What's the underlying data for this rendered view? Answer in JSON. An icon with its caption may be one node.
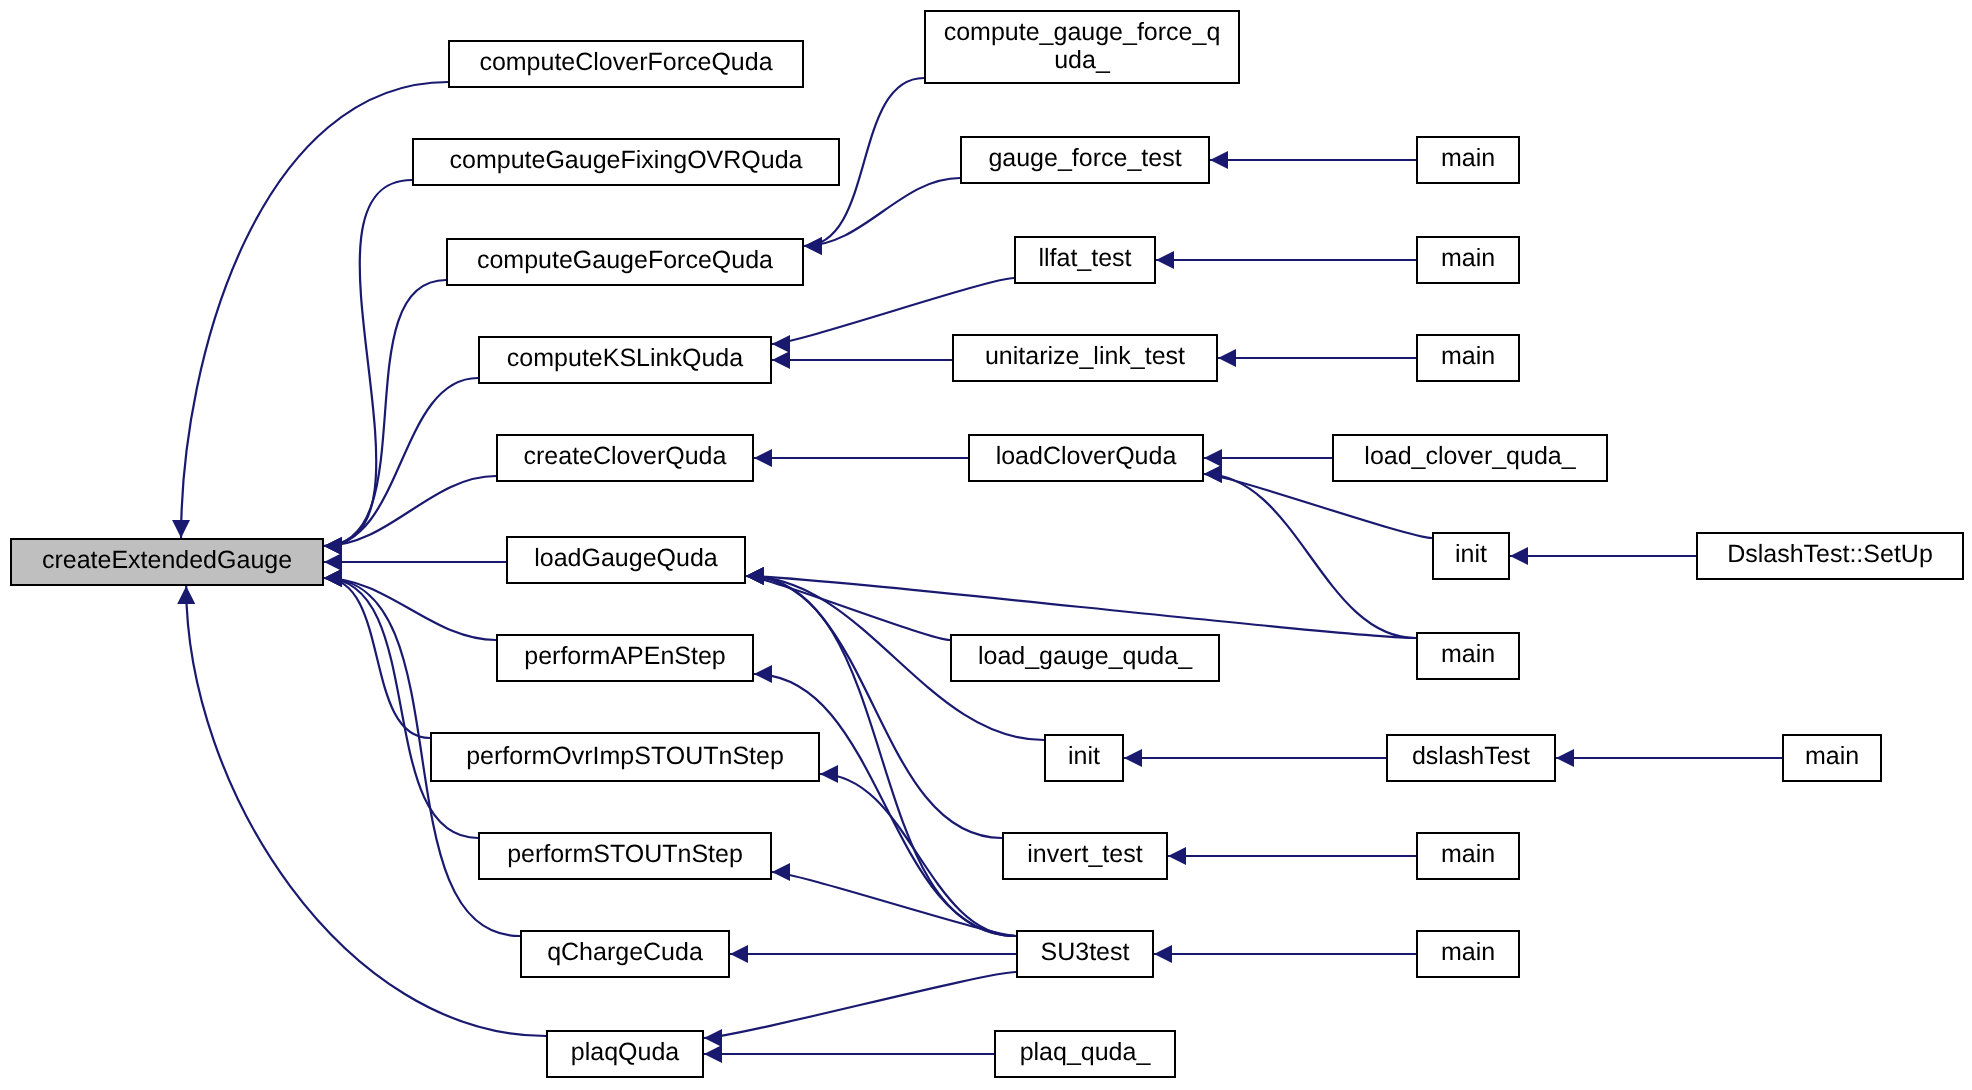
{
  "diagram": {
    "nodes": [
      {
        "text": [
          "createExtendedGauge"
        ]
      },
      {
        "text": [
          "computeCloverForceQuda"
        ]
      },
      {
        "text": [
          "computeGaugeFixingOVRQuda"
        ]
      },
      {
        "text": [
          "computeGaugeForceQuda"
        ]
      },
      {
        "text": [
          "computeKSLinkQuda"
        ]
      },
      {
        "text": [
          "createCloverQuda"
        ]
      },
      {
        "text": [
          "loadGaugeQuda"
        ]
      },
      {
        "text": [
          "performAPEnStep"
        ]
      },
      {
        "text": [
          "performOvrImpSTOUTnStep"
        ]
      },
      {
        "text": [
          "performSTOUTnStep"
        ]
      },
      {
        "text": [
          "qChargeCuda"
        ]
      },
      {
        "text": [
          "plaqQuda"
        ]
      },
      {
        "text": [
          "compute_gauge_force_quda_"
        ]
      },
      {
        "text": [
          "gauge_force_test"
        ]
      },
      {
        "text": [
          "llfat_test"
        ]
      },
      {
        "text": [
          "unitarize_link_test"
        ]
      },
      {
        "text": [
          "loadCloverQuda"
        ]
      },
      {
        "text": [
          "load_gauge_quda_"
        ]
      },
      {
        "text": [
          "init"
        ]
      },
      {
        "text": [
          "invert_test"
        ]
      },
      {
        "text": [
          "SU3test"
        ]
      },
      {
        "text": [
          "plaq_quda_"
        ]
      },
      {
        "text": [
          "main"
        ]
      },
      {
        "text": [
          "main"
        ]
      },
      {
        "text": [
          "main"
        ]
      },
      {
        "text": [
          "load_clover_quda_"
        ]
      },
      {
        "text": [
          "init"
        ]
      },
      {
        "text": [
          "main"
        ]
      },
      {
        "text": [
          "dslashTest"
        ]
      },
      {
        "text": [
          "main"
        ]
      },
      {
        "text": [
          "main"
        ]
      },
      {
        "text": [
          "DslashTest::SetUp"
        ]
      },
      {
        "text": [
          "main"
        ]
      }
    ],
    "edges": [
      {
        "from": 1,
        "to": 0,
        "arrow": "to"
      },
      {
        "from": 2,
        "to": 0,
        "arrow": "to"
      },
      {
        "from": 3,
        "to": 0,
        "arrow": "to"
      },
      {
        "from": 4,
        "to": 0,
        "arrow": "to"
      },
      {
        "from": 5,
        "to": 0,
        "arrow": "to"
      },
      {
        "from": 6,
        "to": 0,
        "arrow": "to"
      },
      {
        "from": 7,
        "to": 0,
        "arrow": "to"
      },
      {
        "from": 8,
        "to": 0,
        "arrow": "to"
      },
      {
        "from": 9,
        "to": 0,
        "arrow": "to"
      },
      {
        "from": 10,
        "to": 0,
        "arrow": "to"
      },
      {
        "from": 11,
        "to": 0,
        "arrow": "to"
      },
      {
        "from": 12,
        "to": 3,
        "arrow": "to"
      },
      {
        "from": 13,
        "to": 3,
        "arrow": "to"
      },
      {
        "from": 14,
        "to": 4,
        "arrow": "to"
      },
      {
        "from": 15,
        "to": 4,
        "arrow": "to"
      },
      {
        "from": 16,
        "to": 5,
        "arrow": "to"
      },
      {
        "from": 27,
        "to": 6,
        "arrow": "to"
      },
      {
        "from": 17,
        "to": 6,
        "arrow": "to"
      },
      {
        "from": 18,
        "to": 6,
        "arrow": "to"
      },
      {
        "from": 19,
        "to": 6,
        "arrow": "to"
      },
      {
        "from": 20,
        "to": 6,
        "arrow": "to"
      },
      {
        "from": 20,
        "to": 7,
        "arrow": "to"
      },
      {
        "from": 20,
        "to": 8,
        "arrow": "to"
      },
      {
        "from": 20,
        "to": 9,
        "arrow": "to"
      },
      {
        "from": 20,
        "to": 10,
        "arrow": "to"
      },
      {
        "from": 20,
        "to": 11,
        "arrow": "to"
      },
      {
        "from": 21,
        "to": 11,
        "arrow": "to"
      },
      {
        "from": 22,
        "to": 13,
        "arrow": "to"
      },
      {
        "from": 23,
        "to": 14,
        "arrow": "to"
      },
      {
        "from": 24,
        "to": 15,
        "arrow": "to"
      },
      {
        "from": 25,
        "to": 16,
        "arrow": "to"
      },
      {
        "from": 26,
        "to": 16,
        "arrow": "to"
      },
      {
        "from": 27,
        "to": 16,
        "arrow": "to"
      },
      {
        "from": 31,
        "to": 26,
        "arrow": "to"
      },
      {
        "from": 28,
        "to": 18,
        "arrow": "to"
      },
      {
        "from": 32,
        "to": 28,
        "arrow": "to"
      },
      {
        "from": 29,
        "to": 19,
        "arrow": "to"
      },
      {
        "from": 30,
        "to": 20,
        "arrow": "to"
      }
    ]
  }
}
